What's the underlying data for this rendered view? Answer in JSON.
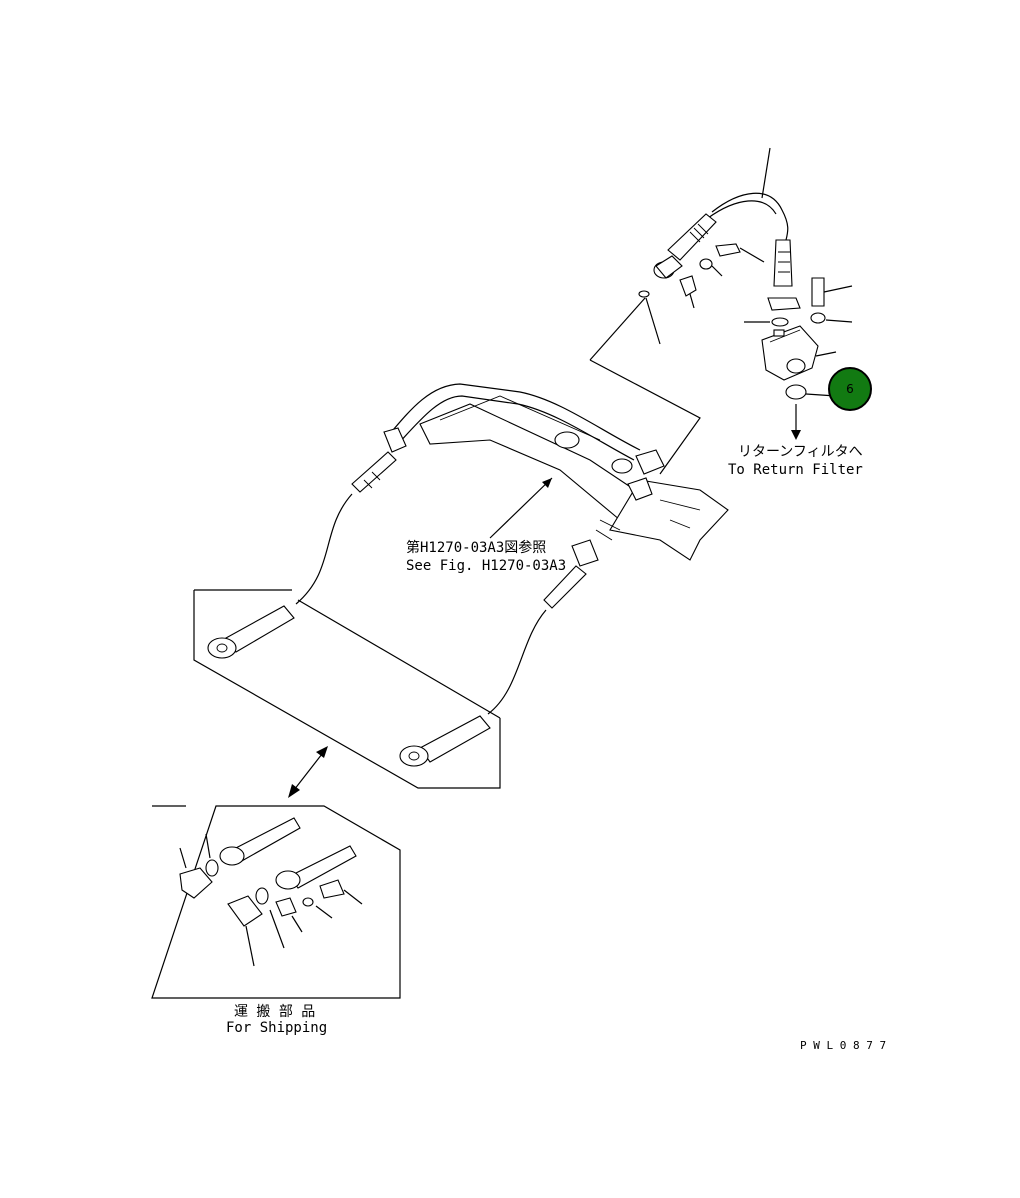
{
  "callouts": [
    {
      "number": "6",
      "color": "#127a12"
    }
  ],
  "labels": {
    "return_filter_jp": "リターンフィルタへ",
    "return_filter_en": "To Return Filter",
    "see_fig_jp": "第H1270-03A3図参照",
    "see_fig_en": "See Fig. H1270-03A3",
    "shipping_jp": "運 搬 部 品",
    "shipping_en": "For Shipping",
    "drawing_code": "P W L 0 8 7 7"
  }
}
